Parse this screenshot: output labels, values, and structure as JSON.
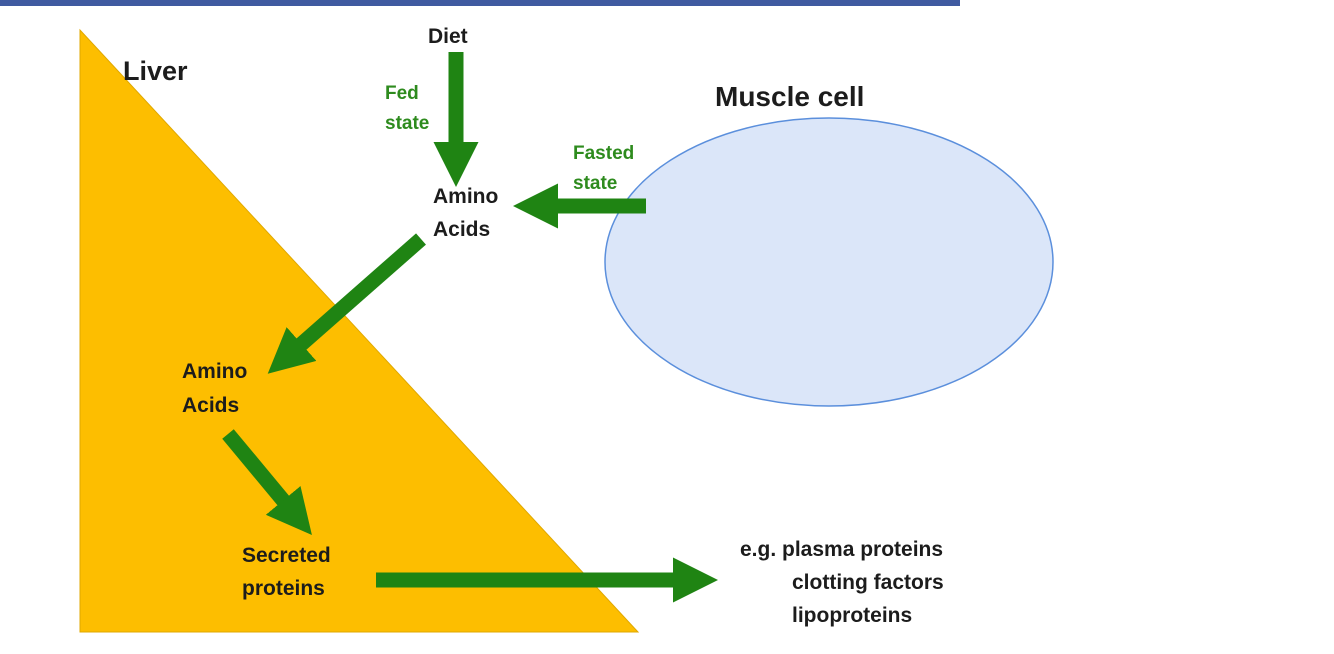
{
  "colors": {
    "liver_fill": "#fdbe00",
    "liver_stroke": "#e0a800",
    "muscle_fill": "#dbe6f9",
    "muscle_stroke": "#5b8fdc",
    "arrow": "#1f8413",
    "green_text": "#2e8b1e",
    "dark_text": "#1c1c1c",
    "top_band": "#1e3d8f"
  },
  "labels": {
    "liver": "Liver",
    "muscle_cell": "Muscle cell",
    "diet": "Diet",
    "fed_state_1": "Fed",
    "fed_state_2": "state",
    "fasted_state_1": "Fasted",
    "fasted_state_2": "state",
    "amino_acids_top_1": "Amino",
    "amino_acids_top_2": "Acids",
    "amino_acids_liver_1": "Amino",
    "amino_acids_liver_2": "Acids",
    "secreted_1": "Secreted",
    "secreted_2": "proteins",
    "examples_1": "e.g. plasma proteins",
    "examples_2": "clotting factors",
    "examples_3": "lipoproteins"
  }
}
